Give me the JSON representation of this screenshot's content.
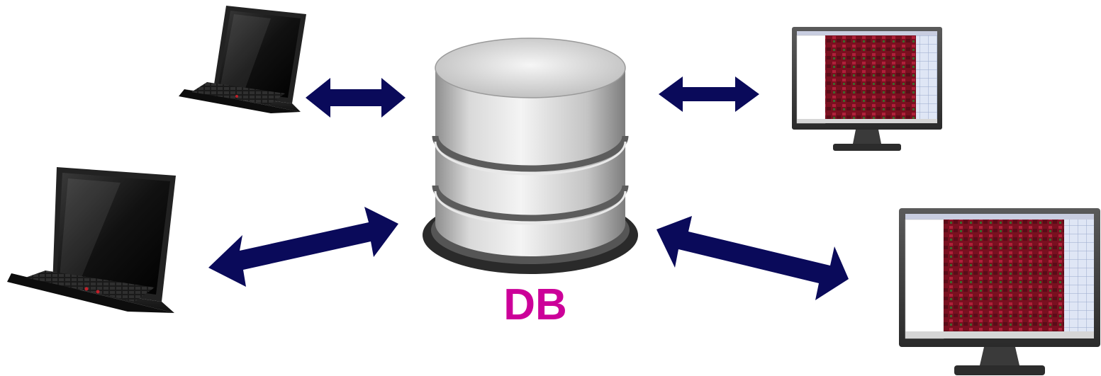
{
  "diagram": {
    "center_label": "DB",
    "center_label_color": "#cc0099",
    "arrow_color": "#0a0a5a",
    "nodes": [
      {
        "id": "laptop-top-left",
        "kind": "laptop"
      },
      {
        "id": "laptop-bottom-left",
        "kind": "laptop"
      },
      {
        "id": "monitor-top-right",
        "kind": "monitor"
      },
      {
        "id": "monitor-bottom-right",
        "kind": "monitor"
      }
    ],
    "connections": [
      {
        "from": "laptop-top-left",
        "to": "database",
        "direction": "bidirectional"
      },
      {
        "from": "laptop-bottom-left",
        "to": "database",
        "direction": "bidirectional"
      },
      {
        "from": "monitor-top-right",
        "to": "database",
        "direction": "bidirectional"
      },
      {
        "from": "monitor-bottom-right",
        "to": "database",
        "direction": "bidirectional"
      }
    ]
  }
}
